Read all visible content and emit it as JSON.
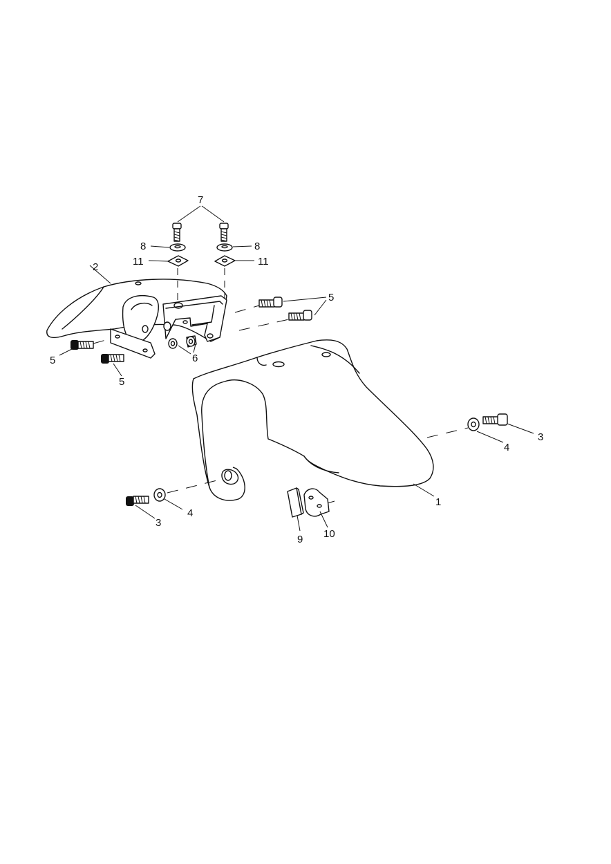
{
  "callouts": {
    "p1": "1",
    "p2": "2",
    "p3a": "3",
    "p3b": "3",
    "p4a": "4",
    "p4b": "4",
    "p5a": "5",
    "p5b": "5",
    "p5c": "5",
    "p6": "6",
    "p7": "7",
    "p8a": "8",
    "p8b": "8",
    "p9": "9",
    "p10": "10",
    "p11a": "11",
    "p11b": "11"
  },
  "colors": {
    "line": "#111111",
    "background": "#ffffff"
  }
}
